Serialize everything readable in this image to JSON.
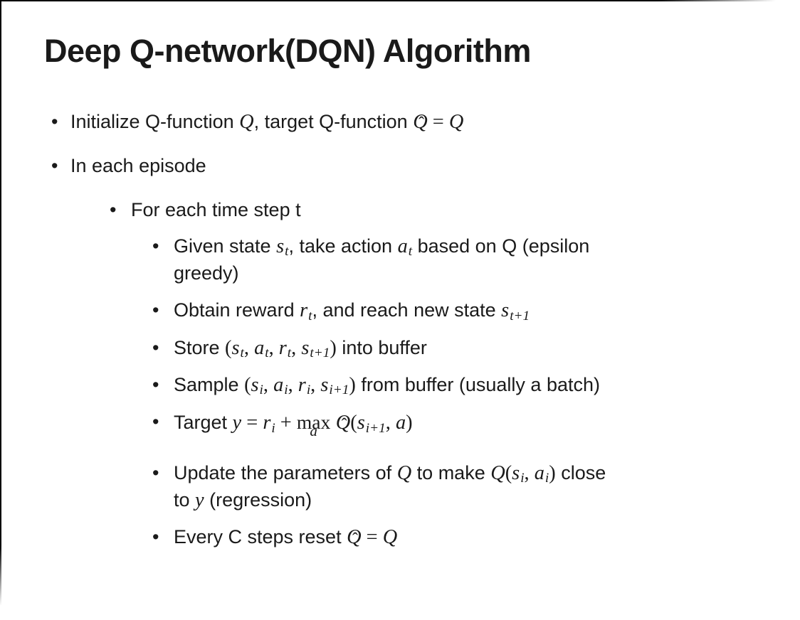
{
  "slide": {
    "title": "Deep Q-network(DQN) Algorithm",
    "bullet_char": "•",
    "hat_char": "ˆ",
    "colors": {
      "background": "#ffffff",
      "text": "#1a1a1a",
      "border": "#000000"
    },
    "bullets": [
      {
        "level": 1,
        "runs": [
          {
            "t": "Initialize Q-function "
          },
          {
            "m": "Q"
          },
          {
            "t": ", target Q-function "
          },
          {
            "mh": "Q"
          },
          {
            "o": " = "
          },
          {
            "m": "Q"
          }
        ]
      },
      {
        "level": 1,
        "runs": [
          {
            "t": "In each episode"
          }
        ]
      },
      {
        "level": 2,
        "runs": [
          {
            "t": "For each time step t"
          }
        ]
      },
      {
        "level": 3,
        "runs": [
          {
            "t": "Given state "
          },
          {
            "m": "s",
            "sub": "t"
          },
          {
            "t": ", take action "
          },
          {
            "m": "a",
            "sub": "t"
          },
          {
            "t": " based on Q (epsilon"
          },
          {
            "br": true
          },
          {
            "t": "greedy)"
          }
        ]
      },
      {
        "level": 3,
        "runs": [
          {
            "t": "Obtain reward "
          },
          {
            "m": "r",
            "sub": "t"
          },
          {
            "t": ", and reach new state "
          },
          {
            "m": "s",
            "sub": "t+1"
          }
        ]
      },
      {
        "level": 3,
        "runs": [
          {
            "t": "Store "
          },
          {
            "o": "("
          },
          {
            "m": "s",
            "sub": "t"
          },
          {
            "o": ", "
          },
          {
            "m": "a",
            "sub": "t"
          },
          {
            "o": ", "
          },
          {
            "m": "r",
            "sub": "t"
          },
          {
            "o": ", "
          },
          {
            "m": "s",
            "sub": "t+1"
          },
          {
            "o": ")"
          },
          {
            "t": " into buffer"
          }
        ]
      },
      {
        "level": 3,
        "runs": [
          {
            "t": "Sample "
          },
          {
            "o": "("
          },
          {
            "m": "s",
            "sub": "i"
          },
          {
            "o": ", "
          },
          {
            "m": "a",
            "sub": "i"
          },
          {
            "o": ", "
          },
          {
            "m": "r",
            "sub": "i"
          },
          {
            "o": ", "
          },
          {
            "m": "s",
            "sub": "i+1"
          },
          {
            "o": ")"
          },
          {
            "t": " from buffer (usually a batch)"
          }
        ]
      },
      {
        "level": 3,
        "extra_space": true,
        "runs": [
          {
            "t": "Target "
          },
          {
            "m": "y"
          },
          {
            "o": " = "
          },
          {
            "m": "r",
            "sub": "i"
          },
          {
            "o": " + "
          },
          {
            "mx": {
              "word": "max",
              "under": "a"
            }
          },
          {
            "t": " "
          },
          {
            "mh": "Q"
          },
          {
            "o": "("
          },
          {
            "m": "s",
            "sub": "i+1"
          },
          {
            "o": ", "
          },
          {
            "m": "a"
          },
          {
            "o": ")"
          }
        ]
      },
      {
        "level": 3,
        "runs": [
          {
            "t": "Update the parameters of "
          },
          {
            "m": "Q"
          },
          {
            "t": " to make "
          },
          {
            "m": "Q"
          },
          {
            "o": "("
          },
          {
            "m": "s",
            "sub": "i"
          },
          {
            "o": ", "
          },
          {
            "m": "a",
            "sub": "i"
          },
          {
            "o": ")"
          },
          {
            "t": " close"
          },
          {
            "br": true
          },
          {
            "t": "to "
          },
          {
            "m": "y"
          },
          {
            "t": " (regression)"
          }
        ]
      },
      {
        "level": 3,
        "runs": [
          {
            "t": "Every C steps reset "
          },
          {
            "mh": "Q"
          },
          {
            "o": " = "
          },
          {
            "m": "Q"
          }
        ]
      }
    ]
  }
}
